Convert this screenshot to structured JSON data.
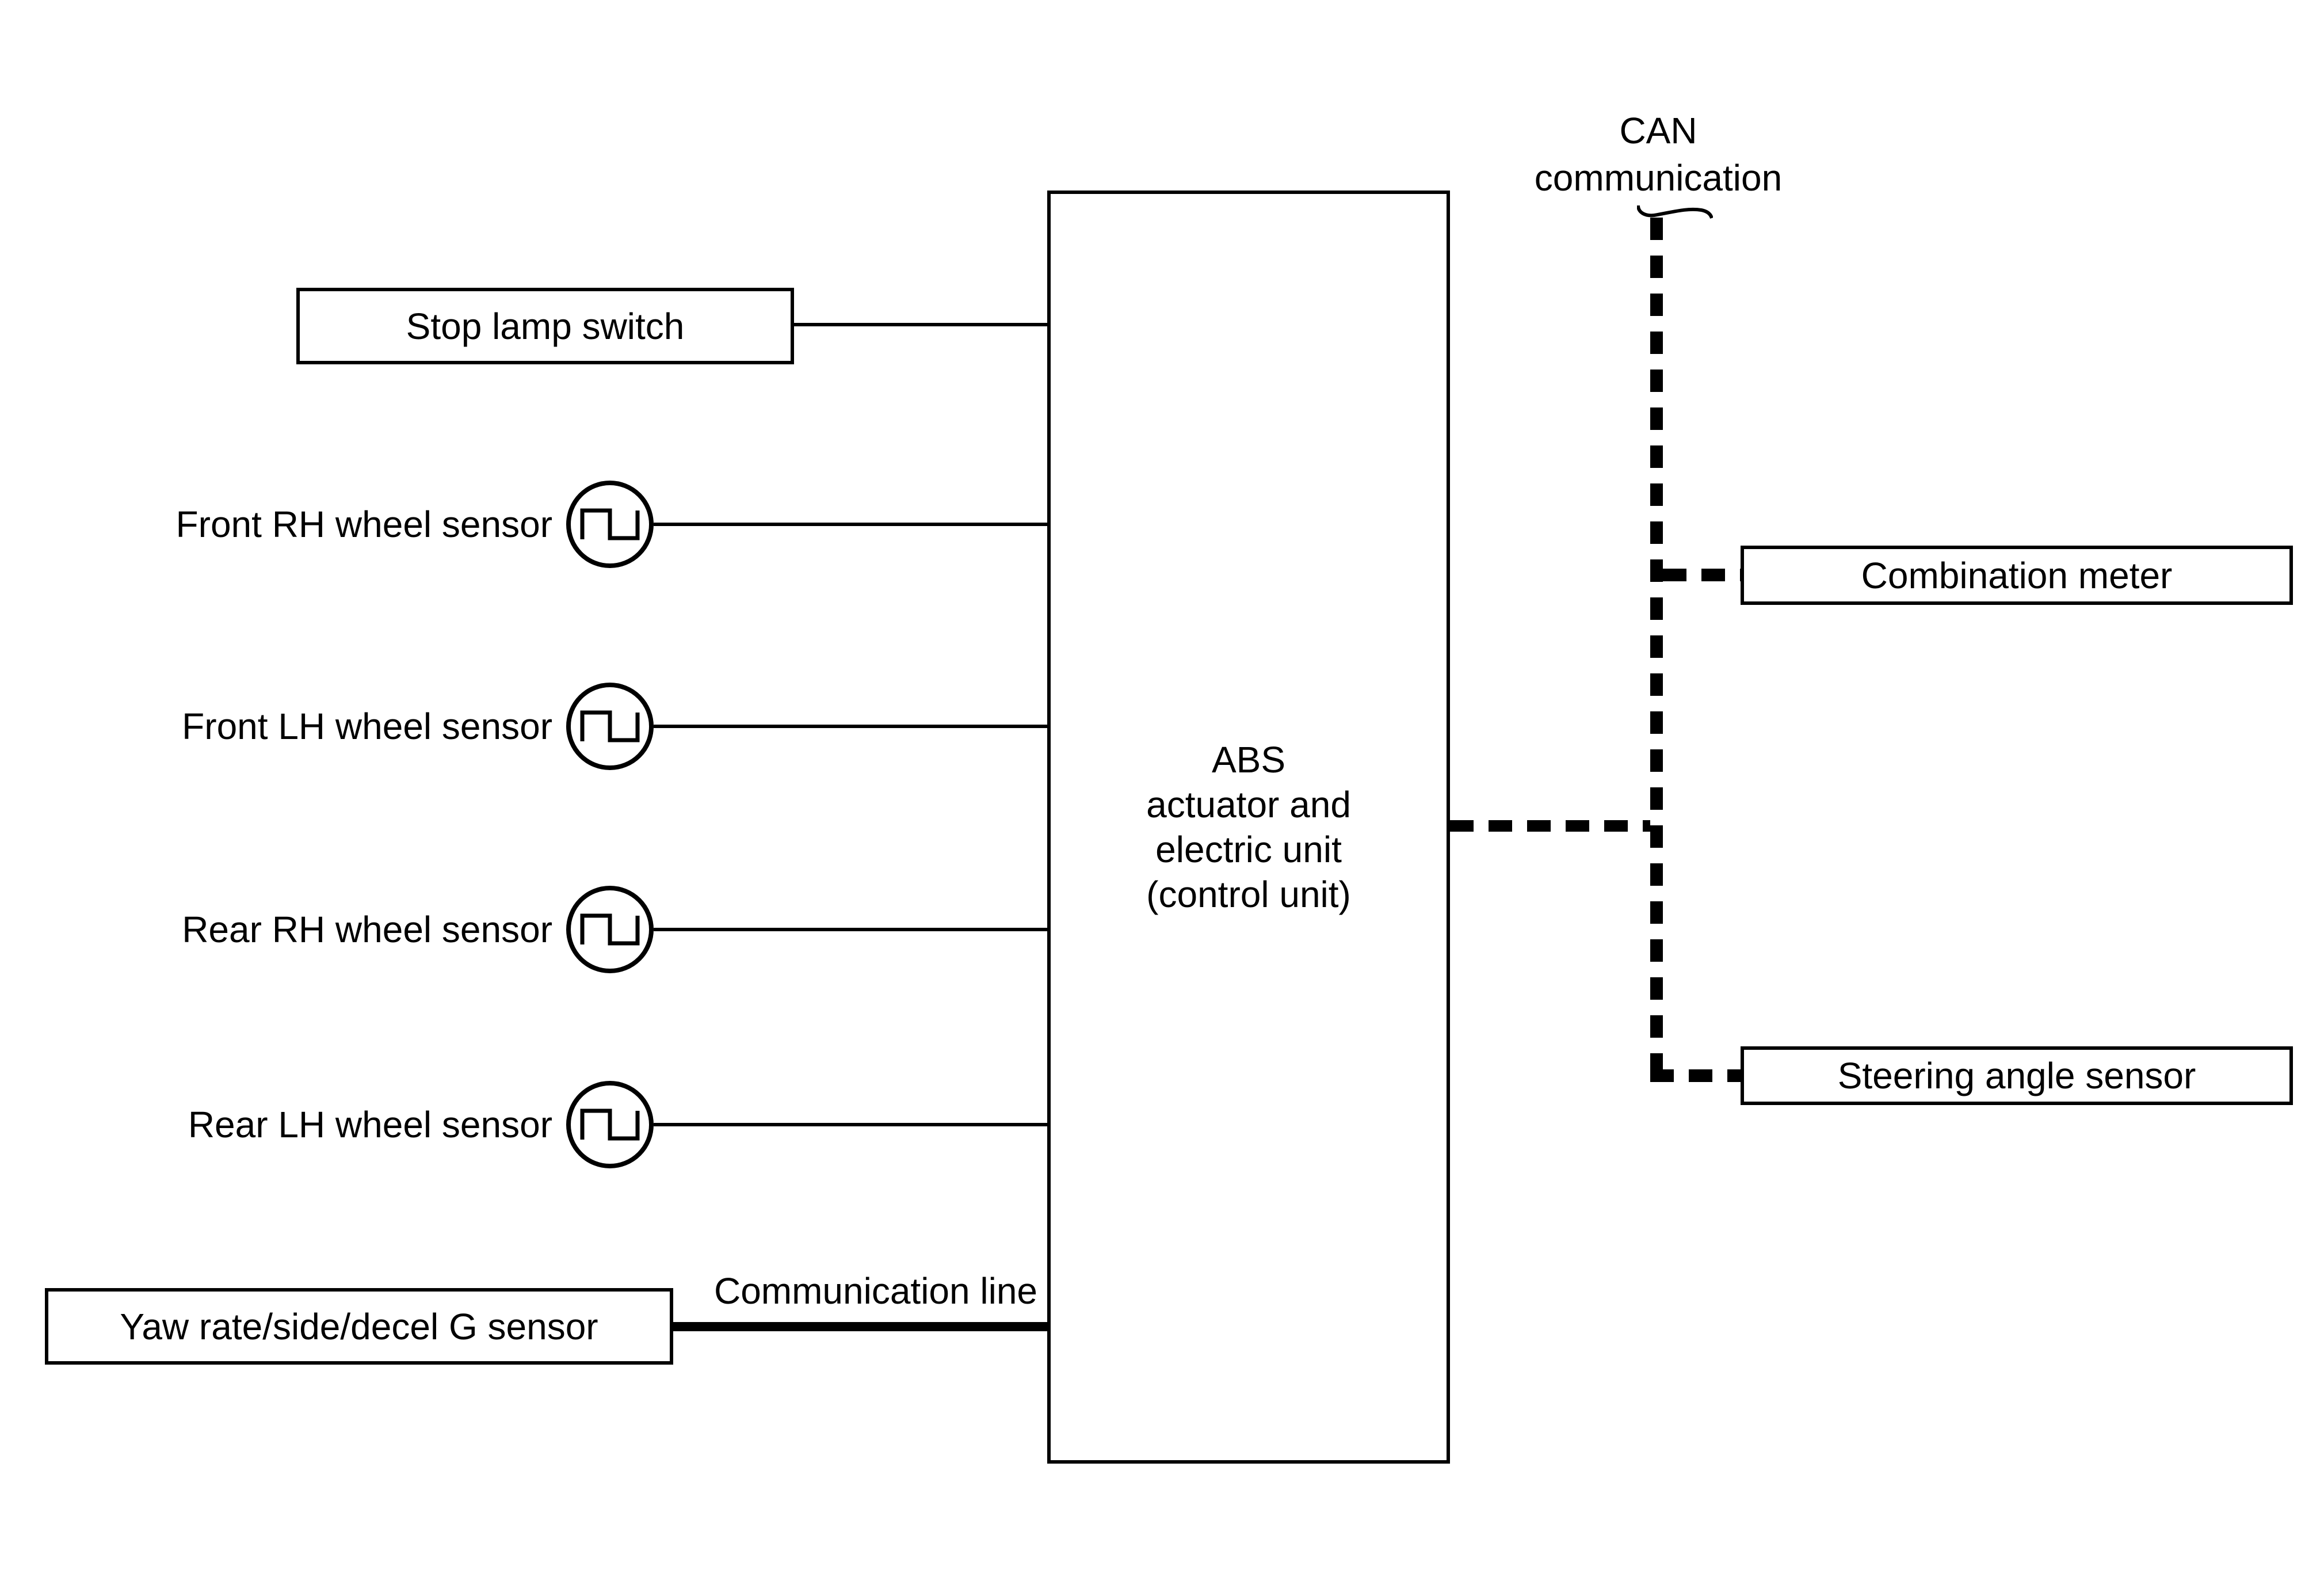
{
  "diagram": {
    "title_semantic": "ABS system block diagram",
    "colors": {
      "background": "#ffffff",
      "line": "#000000"
    },
    "left_inputs": {
      "stop_lamp_switch": {
        "label": "Stop lamp switch"
      },
      "wheel_sensors": [
        {
          "label": "Front RH wheel sensor"
        },
        {
          "label": "Front LH wheel sensor"
        },
        {
          "label": "Rear RH wheel sensor"
        },
        {
          "label": "Rear LH wheel sensor"
        }
      ],
      "yaw_sensor": {
        "label": "Yaw rate/side/decel G sensor"
      },
      "communication_line": {
        "label": "Communication line"
      }
    },
    "control_unit": {
      "lines": [
        "ABS",
        "actuator and",
        "electric unit",
        "(control unit)"
      ]
    },
    "can_bus": {
      "label_line1": "CAN",
      "label_line2": "communication"
    },
    "right_nodes": {
      "combination_meter": {
        "label": "Combination meter"
      },
      "steering_angle_sensor": {
        "label": "Steering angle sensor"
      }
    }
  }
}
